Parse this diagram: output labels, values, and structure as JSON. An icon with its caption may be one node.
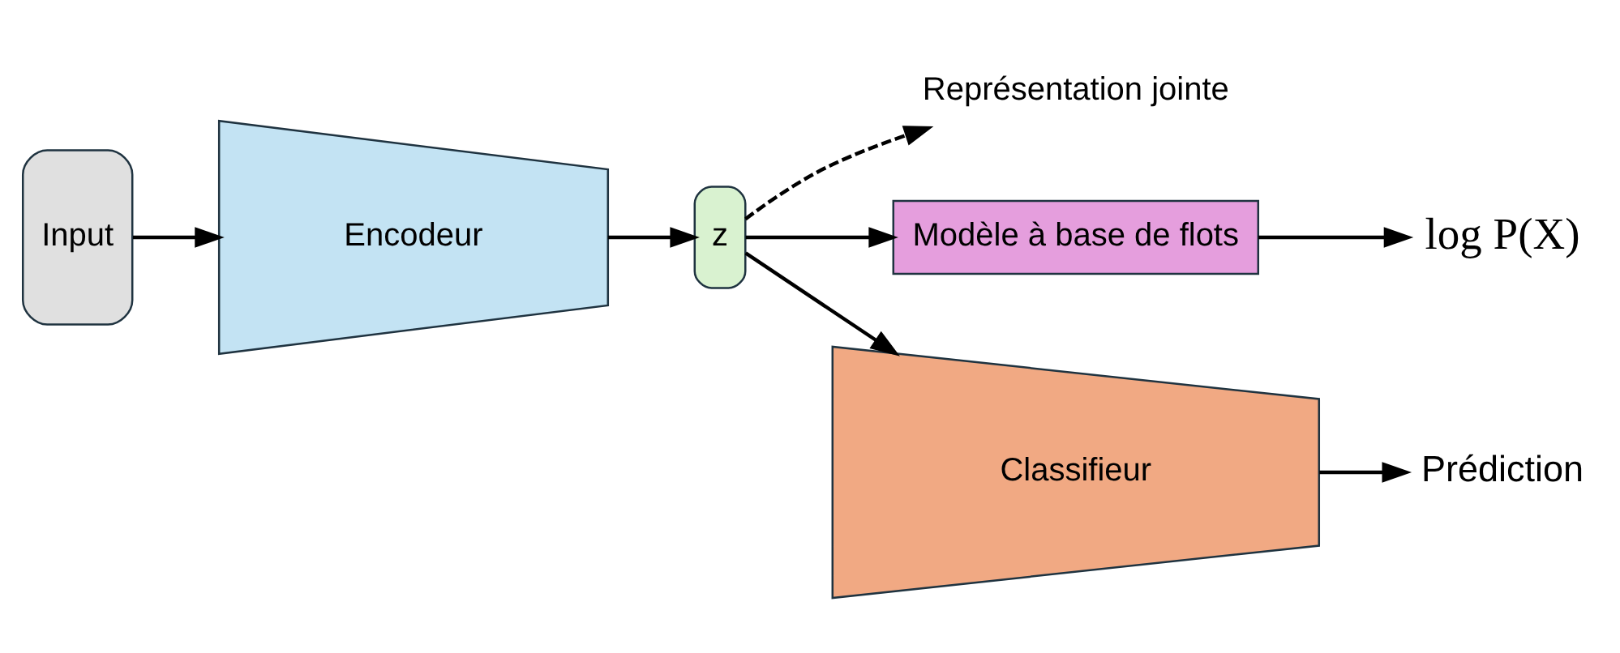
{
  "diagram": {
    "nodes": [
      {
        "text": [
          "Input"
        ]
      },
      {
        "text": [
          "Encodeur"
        ]
      },
      {
        "text": [
          "z"
        ]
      },
      {
        "text": [
          "Représentation jointe"
        ]
      },
      {
        "text": [
          "Modèle à base de flots"
        ]
      },
      {
        "text": [
          "log P(X)"
        ]
      },
      {
        "text": [
          "Classifieur"
        ]
      },
      {
        "text": [
          "Prédiction"
        ]
      }
    ],
    "edges": [
      {
        "from": 0,
        "to": 1,
        "arrow": "to"
      },
      {
        "from": 1,
        "to": 2,
        "arrow": "to"
      },
      {
        "from": 2,
        "to": 3,
        "arrow": "to",
        "style": "dashed"
      },
      {
        "from": 2,
        "to": 4,
        "arrow": "to"
      },
      {
        "from": 4,
        "to": 5,
        "arrow": "to"
      },
      {
        "from": 2,
        "to": 6,
        "arrow": "to"
      },
      {
        "from": 6,
        "to": 7,
        "arrow": "to"
      }
    ]
  }
}
